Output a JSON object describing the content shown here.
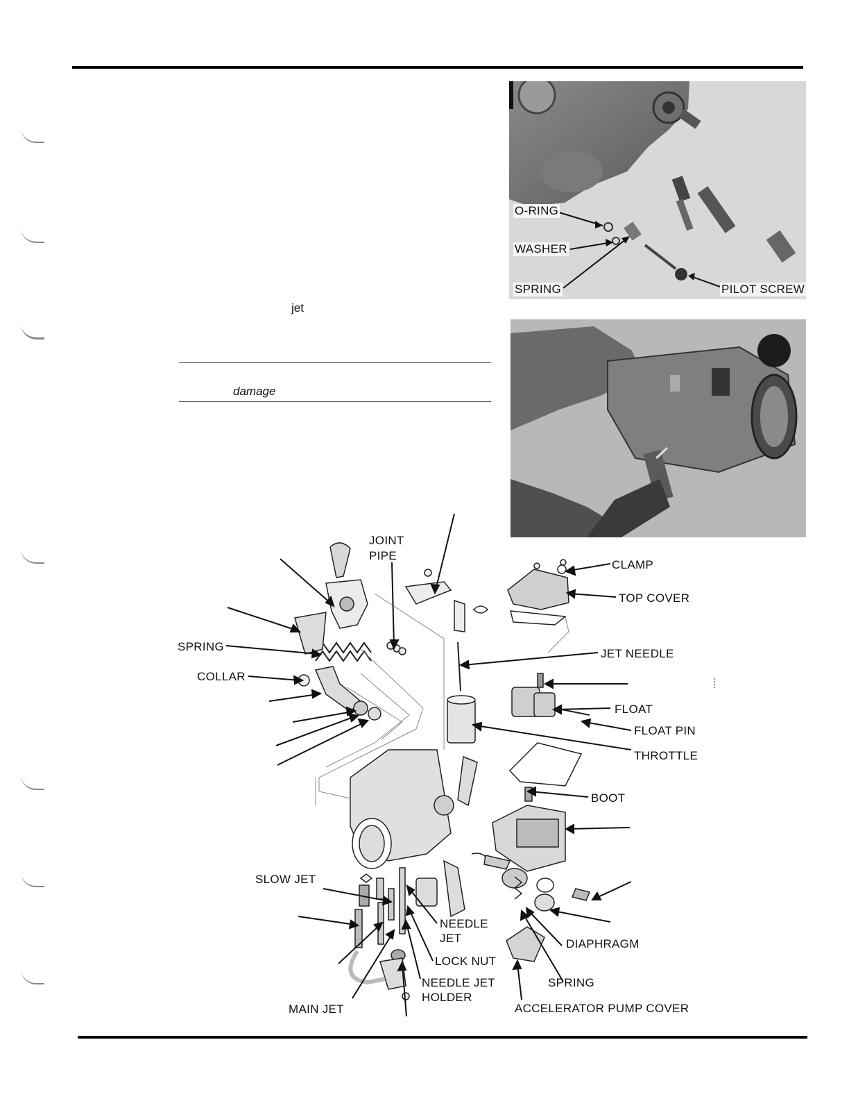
{
  "text_fragments": {
    "jet": "jet",
    "damage": "damage"
  },
  "photo1_labels": {
    "o_ring": "O-RING",
    "washer": "WASHER",
    "spring": "SPRING",
    "pilot_screw": "PILOT SCREW"
  },
  "diagram_labels": {
    "joint_pipe_1": "JOINT",
    "joint_pipe_2": "PIPE",
    "clamp": "CLAMP",
    "top_cover": "TOP COVER",
    "spring_left": "SPRING",
    "jet_needle": "JET NEEDLE",
    "collar": "COLLAR",
    "float": "FLOAT",
    "float_pin": "FLOAT PIN",
    "throttle": "THROTTLE",
    "boot": "BOOT",
    "slow_jet": "SLOW JET",
    "needle_jet_1": "NEEDLE",
    "needle_jet_2": "JET",
    "diaphragm": "DIAPHRAGM",
    "lock_nut": "LOCK NUT",
    "needle_jet_holder_1": "NEEDLE JET",
    "needle_jet_holder_2": "HOLDER",
    "spring_bottom": "SPRING",
    "main_jet": "MAIN JET",
    "accelerator_pump_cover": "ACCELERATOR PUMP COVER"
  }
}
